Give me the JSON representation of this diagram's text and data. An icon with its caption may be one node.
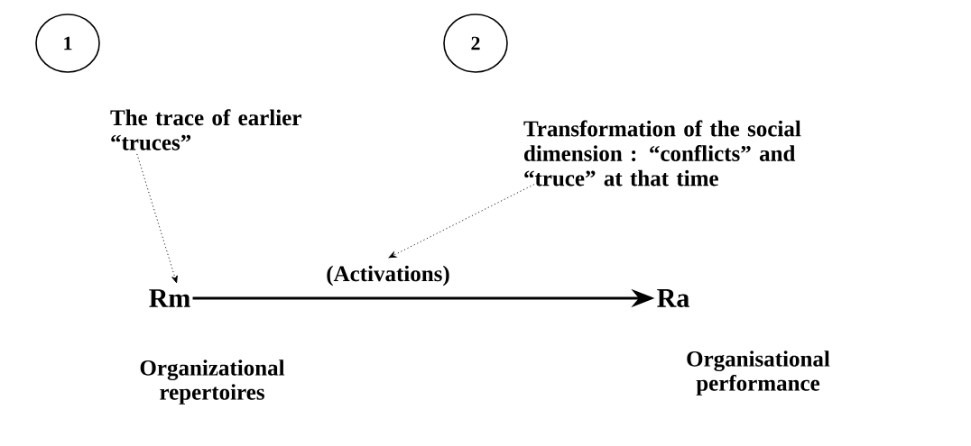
{
  "diagram": {
    "nodes": [
      {
        "text": [
          "1"
        ]
      },
      {
        "text": [
          "The trace of earlier “truces”"
        ]
      },
      {
        "text": [
          "2"
        ]
      },
      {
        "text": [
          "Transformation of the social dimension : “conflicts” and “truce” at that time"
        ]
      },
      {
        "text": [
          "Rm"
        ],
        "beside": [
          "Organizational repertoires"
        ]
      },
      {
        "text": [
          "(Activations)"
        ]
      },
      {
        "text": [
          "Ra"
        ],
        "beside": [
          "Organisational performance"
        ]
      }
    ],
    "edges": [
      {
        "from": 1,
        "to": 4,
        "arrow": "to",
        "style": "dashed"
      },
      {
        "from": 3,
        "to": 5,
        "arrow": "to",
        "style": "dashed"
      },
      {
        "from": 4,
        "to": 6,
        "arrow": "to",
        "style": "thick"
      }
    ]
  }
}
